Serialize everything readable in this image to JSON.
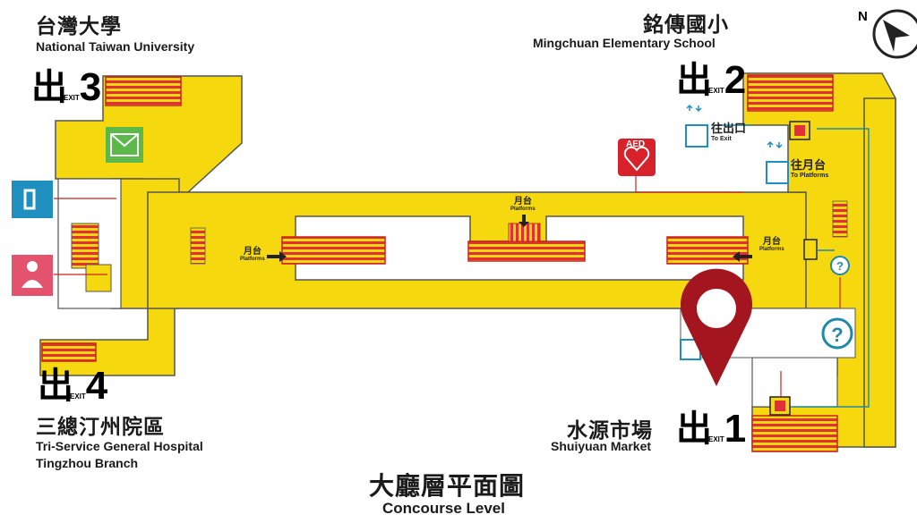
{
  "map": {
    "title_cn": "大廳層平面圖",
    "title_en": "Concourse Level",
    "compass": {
      "north_label": "N"
    },
    "colors": {
      "concourse": "#f6d80e",
      "stairs": "#e2303a",
      "escalator": "#c8241e",
      "line": "#1e8aa8",
      "marker": "#a3161f"
    },
    "landmarks": [
      {
        "id": "ntu",
        "cn": "台灣大學",
        "en": "National Taiwan University"
      },
      {
        "id": "mingchuan",
        "cn": "銘傳國小",
        "en": "Mingchuan Elementary School"
      },
      {
        "id": "triservice",
        "cn": "三總汀州院區",
        "en_line1": "Tri-Service General Hospital",
        "en_line2": "Tingzhou Branch"
      },
      {
        "id": "shuiyuan",
        "cn": "水源市場",
        "en": "Shuiyuan Market"
      }
    ],
    "exits": [
      {
        "id": "exit1",
        "chu": "出",
        "exit_text": "EXIT",
        "number": "1"
      },
      {
        "id": "exit2",
        "chu": "出",
        "exit_text": "EXIT",
        "number": "2"
      },
      {
        "id": "exit3",
        "chu": "出",
        "exit_text": "EXIT",
        "number": "3"
      },
      {
        "id": "exit4",
        "chu": "出",
        "exit_text": "EXIT",
        "number": "4"
      }
    ],
    "elevator_signs": [
      {
        "id": "to-exit",
        "cn": "往出口",
        "en": "To Exit"
      },
      {
        "id": "to-platforms",
        "cn": "往月台",
        "en": "To Platforms"
      }
    ],
    "platform_labels": [
      {
        "id": "platform-left",
        "cn": "月台",
        "en": "Platforms"
      },
      {
        "id": "platform-center",
        "cn": "月台",
        "en": "Platforms"
      },
      {
        "id": "platform-right",
        "cn": "月台",
        "en": "Platforms"
      }
    ],
    "aed_label": "AED",
    "icons": [
      "telephone-icon",
      "nursing-room-icon",
      "mailbox-icon",
      "aed-icon",
      "info-icon",
      "elevator-icon",
      "location-pin-icon",
      "compass-icon"
    ]
  }
}
